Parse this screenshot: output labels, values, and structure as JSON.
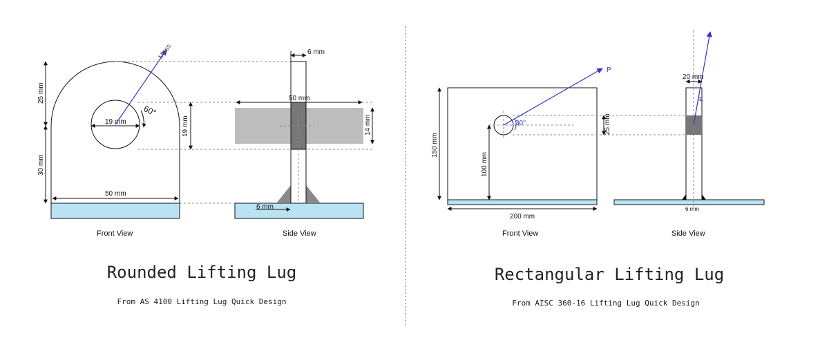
{
  "left": {
    "title": "Rounded Lifting Lug",
    "subtitle": "From AS 4100 Lifting Lug Quick Design",
    "front_label": "Front View",
    "side_label": "Side View",
    "dims": {
      "top": "25 mm",
      "bottom": "30 mm",
      "hole": "19 mm",
      "hole_v": "19 mm",
      "width": "50 mm",
      "side_top": "6 mm",
      "side_plate": "50 mm",
      "side_right": "14 mm",
      "side_bottom": "6 mm",
      "angle": "60°",
      "force": "Mass"
    },
    "colors": {
      "base": "#b9e3f3",
      "plate": "#bdbdbd",
      "pin": "#777777"
    }
  },
  "right": {
    "title": "Rectangular Lifting Lug",
    "subtitle": "From AISC 360-16 Lifting Lug Quick Design",
    "front_label": "Front View",
    "side_label": "Side View",
    "dims": {
      "height": "150 mm",
      "hole_height": "100 mm",
      "width": "200 mm",
      "hole_v": "25 mm",
      "side_top": "20 mm",
      "side_bottom": "6 mm",
      "angle": "30°",
      "force": "P",
      "force_side": "P"
    }
  }
}
